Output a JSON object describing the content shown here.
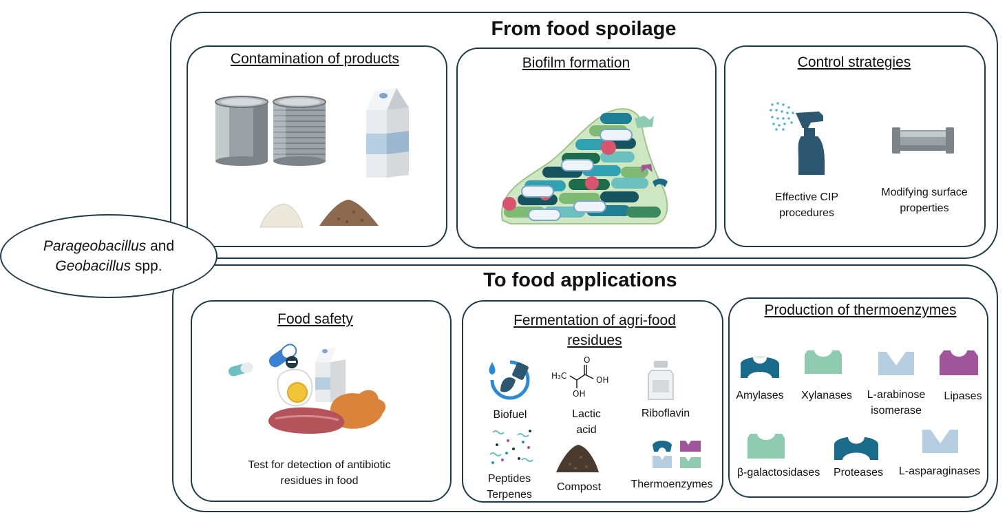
{
  "organism": {
    "genus1": "Parageobacillus",
    "and": " and",
    "genus2": "Geobacillus",
    "spp": " spp."
  },
  "spoilage": {
    "title": "From food spoilage",
    "contamination": {
      "title": "Contamination of products"
    },
    "biofilm": {
      "title": "Biofilm formation"
    },
    "control": {
      "title": "Control strategies",
      "cip": {
        "line1": "Effective CIP",
        "line2": "procedures"
      },
      "surface": {
        "line1": "Modifying surface",
        "line2": "properties"
      }
    }
  },
  "applications": {
    "title": "To food applications",
    "safety": {
      "title": "Food safety",
      "caption_line1": "Test for detection of antibiotic",
      "caption_line2": "residues in food"
    },
    "fermentation": {
      "title_line1": "Fermentation of agri-food",
      "title_line2": "residues",
      "biofuel": "Biofuel",
      "lactic_line1": "Lactic",
      "lactic_line2": "acid",
      "riboflavin": "Riboflavin",
      "peptides": "Peptides",
      "terpenes": "Terpenes",
      "compost": "Compost",
      "thermoenzymes": "Thermoenzymes",
      "struct": {
        "h3c": "H₃C",
        "o": "O",
        "oh1": "OH",
        "oh2": "OH"
      }
    },
    "enzymes": {
      "title": "Production of thermoenzymes",
      "amylases": "Amylases",
      "xylanases": "Xylanases",
      "arabinose_line1": "L-arabinose",
      "arabinose_line2": "isomerase",
      "lipases": "Lipases",
      "galactosidases": "β-galactosidases",
      "proteases": "Proteases",
      "asparaginases": "L-asparaginases"
    }
  },
  "colors": {
    "border": "#1f3a44",
    "enzyme_blue": "#1a6a8a",
    "enzyme_green": "#8fcbb0",
    "enzyme_lightblue": "#b7cde0",
    "enzyme_purple": "#a0559a"
  }
}
